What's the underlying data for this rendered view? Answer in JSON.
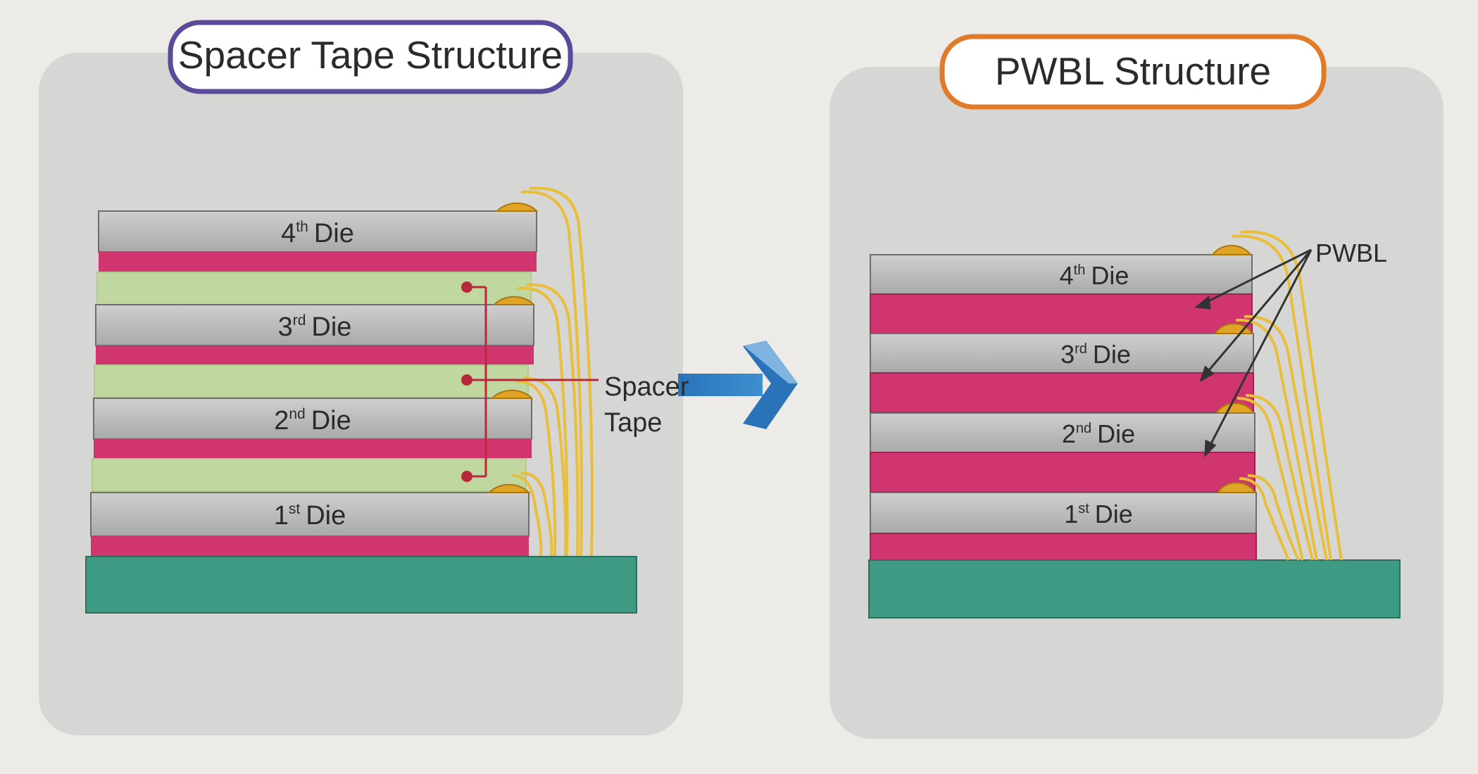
{
  "left_panel": {
    "title": "Spacer Tape Structure",
    "title_border_color": "#5b4a9a",
    "dies": [
      {
        "num": "4",
        "sup": "th",
        "word": "Die"
      },
      {
        "num": "3",
        "sup": "rd",
        "word": "Die"
      },
      {
        "num": "2",
        "sup": "nd",
        "word": "Die"
      },
      {
        "num": "1",
        "sup": "st",
        "word": "Die"
      }
    ],
    "callout_line1": "Spacer",
    "callout_line2": "Tape"
  },
  "right_panel": {
    "title": "PWBL Structure",
    "title_border_color": "#e07b2a",
    "dies": [
      {
        "num": "4",
        "sup": "th",
        "word": "Die"
      },
      {
        "num": "3",
        "sup": "rd",
        "word": "Die"
      },
      {
        "num": "2",
        "sup": "nd",
        "word": "Die"
      },
      {
        "num": "1",
        "sup": "st",
        "word": "Die"
      }
    ],
    "callout": "PWBL"
  },
  "colors": {
    "die": "#b9b9b9",
    "adhesive": "#d0356f",
    "spacer_tape": "#c1d7a0",
    "substrate": "#3f9a84",
    "wire": "#e8be3a",
    "bump": "#e0a526",
    "arrow": "#2f7cc0",
    "callout_line": "#b8283c"
  }
}
